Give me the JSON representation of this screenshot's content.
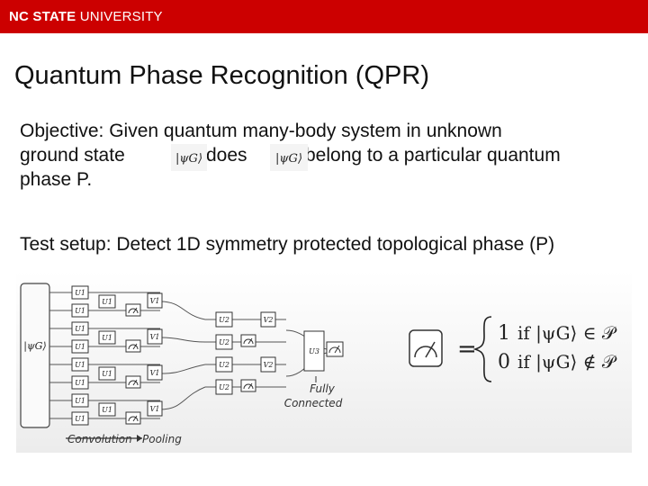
{
  "header": {
    "org_bold": "NC STATE",
    "org_rest": "UNIVERSITY",
    "accent": "#cc0000"
  },
  "slide": {
    "title": "Quantum Phase Recognition (QPR)",
    "objective": {
      "line1": "Objective: Given quantum many-body system in unknown",
      "line2_a": "ground state",
      "line2_b": "does",
      "line2_c": "belong to a particular quantum",
      "line3": "phase P.",
      "inline_formula": "|ψG⟩"
    },
    "test_setup": "Test setup: Detect 1D symmetry protected topological phase (P)"
  },
  "figure": {
    "input_state": "|ψG⟩",
    "gate_u1": "U1",
    "gate_v1": "V1",
    "gate_u2": "U2",
    "gate_v2": "V2",
    "gate_u3": "U3",
    "fully_connected_line1": "Fully",
    "fully_connected_line2": "Connected",
    "convolution_label": "Convolution",
    "pooling_label": "Pooling",
    "equals": "=",
    "case1_value": "1",
    "case1_cond": "if |ψG⟩ ∈ 𝒫",
    "case0_value": "0",
    "case0_cond": "if |ψG⟩ ∉ 𝒫"
  }
}
